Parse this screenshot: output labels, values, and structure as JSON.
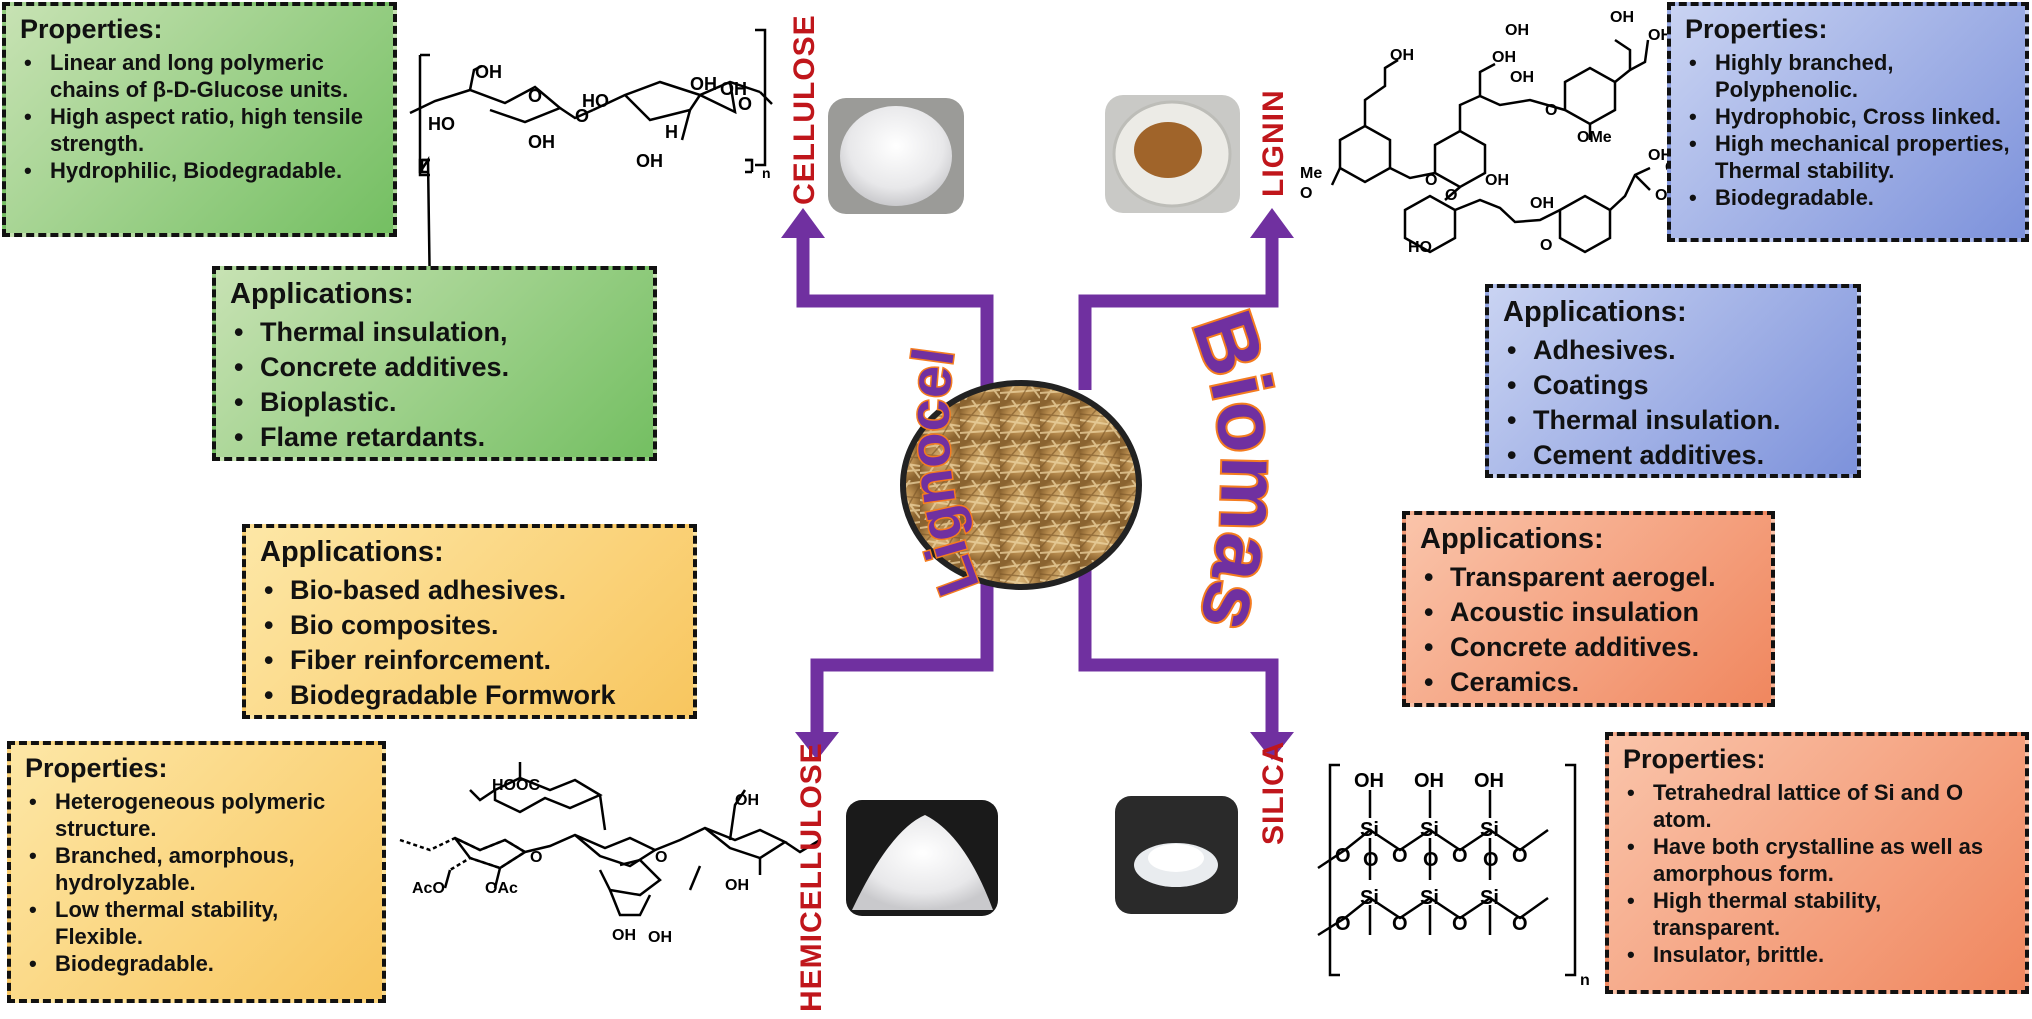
{
  "center": {
    "left_word": "Lignocellulosic",
    "right_word": "Biomass"
  },
  "labels": {
    "cellulose": "CELLULOSE",
    "lignin": "LIGNIN",
    "hemicellulose": "HEMICELLULOSE",
    "silica": "SILICA"
  },
  "cellulose": {
    "properties": {
      "title": "Properties:",
      "items": [
        "Linear and long polymeric chains of β-D-Glucose units.",
        "High aspect ratio, high tensile strength.",
        "Hydrophilic, Biodegradable."
      ]
    },
    "applications": {
      "title": "Applications:",
      "items": [
        "Thermal insulation,",
        "Concrete additives.",
        "Bioplastic.",
        "Flame retardants."
      ]
    }
  },
  "lignin": {
    "properties": {
      "title": "Properties:",
      "items": [
        "Highly branched, Polyphenolic.",
        "Hydrophobic, Cross linked.",
        "High mechanical properties, Thermal stability.",
        "Biodegradable."
      ]
    },
    "applications": {
      "title": "Applications:",
      "items": [
        "Adhesives.",
        "Coatings",
        "Thermal insulation.",
        "Cement additives."
      ]
    }
  },
  "hemicellulose": {
    "properties": {
      "title": "Properties:",
      "items": [
        "Heterogeneous polymeric structure.",
        "Branched, amorphous, hydrolyzable.",
        "Low thermal stability, Flexible.",
        "Biodegradable."
      ]
    },
    "applications": {
      "title": "Applications:",
      "items": [
        "Bio-based adhesives.",
        "Bio composites.",
        "Fiber reinforcement.",
        "Biodegradable Formwork"
      ]
    }
  },
  "silica": {
    "properties": {
      "title": "Properties:",
      "items": [
        "Tetrahedral lattice of Si and O atom.",
        "Have both crystalline as well as amorphous form.",
        "High thermal stability, transparent.",
        "Insulator, brittle."
      ]
    },
    "applications": {
      "title": "Applications:",
      "items": [
        "Transparent aerogel.",
        "Acoustic insulation",
        "Concrete additives.",
        "Ceramics."
      ]
    }
  },
  "structures": {
    "cellulose": [
      "OH",
      "HO",
      "OH",
      "HO",
      "OH",
      "OH",
      "H",
      "OH",
      "O",
      "O",
      "O",
      "n"
    ],
    "lignin": [
      "OH",
      "OH",
      "OH",
      "OH",
      "OH",
      "OH",
      "O",
      "O",
      "OMe",
      "Me",
      "O",
      "O",
      "OH",
      "OH",
      "OH",
      "OH",
      "OH",
      "HO",
      "O"
    ],
    "hemicellulose": [
      "HOOC",
      "OH",
      "AcO",
      "OAc",
      "OH",
      "OH",
      "OH",
      "O",
      "O"
    ],
    "silica": [
      "OH",
      "OH",
      "OH",
      "Si",
      "Si",
      "Si",
      "O",
      "O",
      "O",
      "O",
      "O",
      "O",
      "O",
      "Si",
      "Si",
      "Si",
      "O",
      "O",
      "O",
      "O",
      "n"
    ]
  },
  "colors": {
    "arrow": "#7030a0",
    "label_red": "#c0161b",
    "word_fill": "#7030a0",
    "word_outline": "#f47c20"
  }
}
